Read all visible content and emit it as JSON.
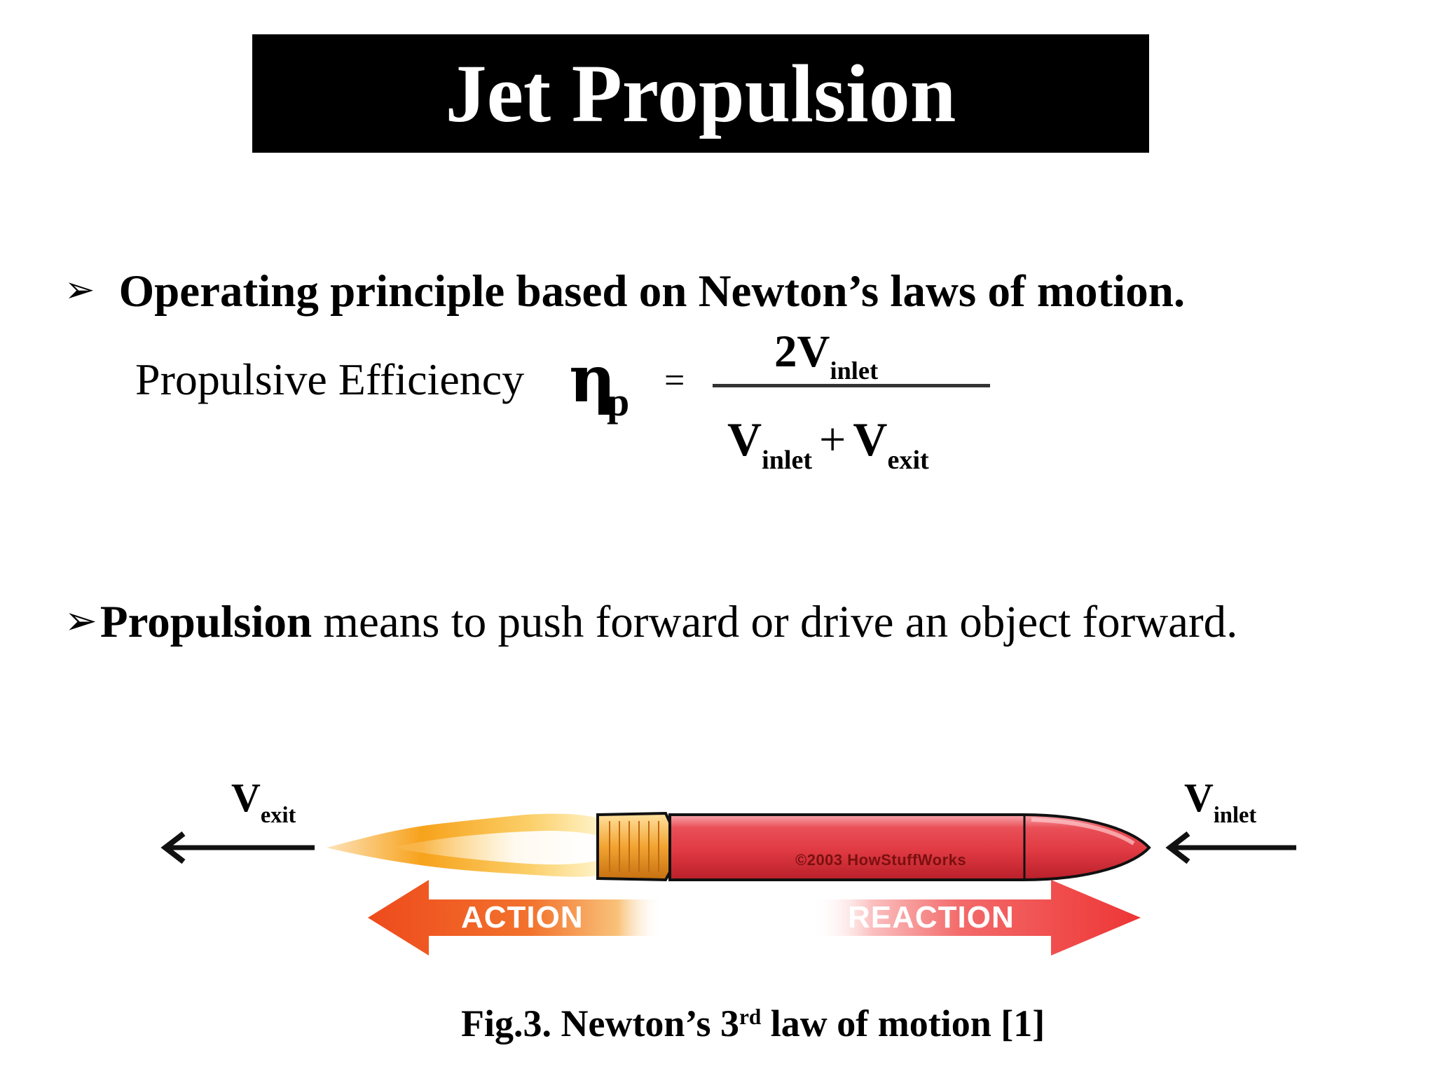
{
  "title": "Jet Propulsion",
  "bullets": [
    {
      "marker": "➢",
      "text": "Operating principle based on Newton’s laws of motion."
    },
    {
      "marker": "➢",
      "bold": "Propulsion",
      "rest": " means to push forward or drive an object forward."
    }
  ],
  "formula": {
    "label": "Propulsive Efficiency",
    "symbol": "η",
    "symbol_sub": "p",
    "equals": "=",
    "numerator": {
      "coef": "2V",
      "sub": "inlet"
    },
    "denominator": {
      "v1": "V",
      "sub1": "inlet",
      "op": "+",
      "v2": "V",
      "sub2": "exit"
    }
  },
  "figure": {
    "v_exit": {
      "v": "V",
      "sub": "exit"
    },
    "v_inlet": {
      "v": "V",
      "sub": "inlet"
    },
    "copyright": "©2003 HowStuffWorks",
    "action": "ACTION",
    "reaction": "REACTION",
    "caption": {
      "pre": "Fig.3. Newton’s 3",
      "sup": "rd",
      "post": " law of motion [1]"
    }
  },
  "colors": {
    "title_bg": "#000000",
    "title_fg": "#ffffff",
    "rocket_body": "#e8424a",
    "flame": "#f7a21b",
    "action_arrow": "#ee5a24",
    "reaction_arrow": "#ef3b3b"
  }
}
